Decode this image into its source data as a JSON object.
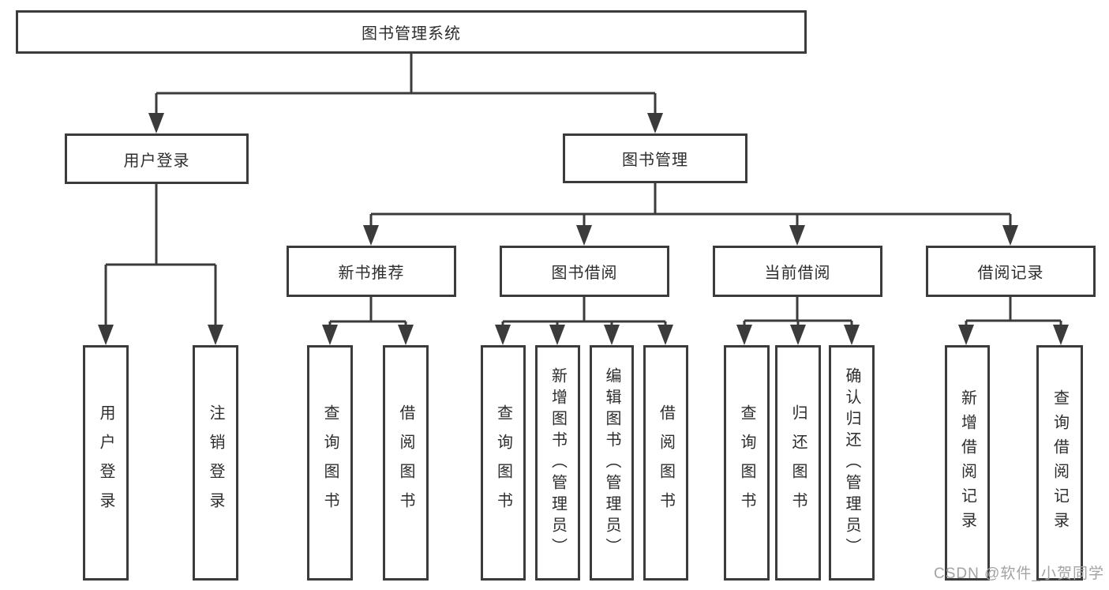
{
  "diagram": {
    "root": {
      "label": "图书管理系统"
    },
    "level2": [
      {
        "label": "用户登录"
      },
      {
        "label": "图书管理"
      }
    ],
    "level3": [
      {
        "label": "新书推荐"
      },
      {
        "label": "图书借阅"
      },
      {
        "label": "当前借阅"
      },
      {
        "label": "借阅记录"
      }
    ],
    "leaves": [
      {
        "label": "用户登录"
      },
      {
        "label": "注销登录"
      },
      {
        "label": "查询图书"
      },
      {
        "label": "借阅图书"
      },
      {
        "label": "查询图书"
      },
      {
        "label": "新增图书（管理员）"
      },
      {
        "label": "编辑图书（管理员）"
      },
      {
        "label": "借阅图书"
      },
      {
        "label": "查询图书"
      },
      {
        "label": "归还图书"
      },
      {
        "label": "确认归还（管理员）"
      },
      {
        "label": "新增借阅记录"
      },
      {
        "label": "查询借阅记录"
      }
    ]
  },
  "watermark": {
    "text": "CSDN @软件_小贺同学"
  },
  "colors": {
    "line": "#3b3b3b",
    "text": "#2d2d2d",
    "box_bg": "#ffffff",
    "watermark": "#a3a3a3"
  }
}
